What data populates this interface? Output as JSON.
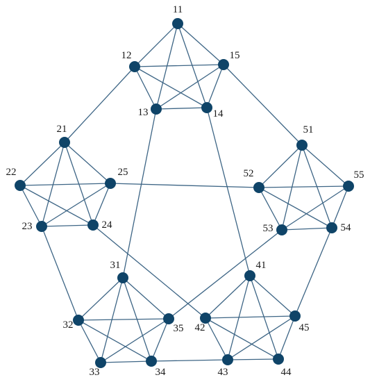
{
  "graph": {
    "colors": {
      "node": "#0f4468",
      "edge": "#3d6585",
      "label": "#1a1a1a",
      "background": "#ffffff"
    },
    "nodes": [
      {
        "id": "11",
        "label": "11"
      },
      {
        "id": "12",
        "label": "12"
      },
      {
        "id": "13",
        "label": "13"
      },
      {
        "id": "14",
        "label": "14"
      },
      {
        "id": "15",
        "label": "15"
      },
      {
        "id": "21",
        "label": "21"
      },
      {
        "id": "22",
        "label": "22"
      },
      {
        "id": "23",
        "label": "23"
      },
      {
        "id": "24",
        "label": "24"
      },
      {
        "id": "25",
        "label": "25"
      },
      {
        "id": "31",
        "label": "31"
      },
      {
        "id": "32",
        "label": "32"
      },
      {
        "id": "33",
        "label": "33"
      },
      {
        "id": "34",
        "label": "34"
      },
      {
        "id": "35",
        "label": "35"
      },
      {
        "id": "41",
        "label": "41"
      },
      {
        "id": "42",
        "label": "42"
      },
      {
        "id": "43",
        "label": "43"
      },
      {
        "id": "44",
        "label": "44"
      },
      {
        "id": "45",
        "label": "45"
      },
      {
        "id": "51",
        "label": "51"
      },
      {
        "id": "52",
        "label": "52"
      },
      {
        "id": "53",
        "label": "53"
      },
      {
        "id": "54",
        "label": "54"
      },
      {
        "id": "55",
        "label": "55"
      }
    ],
    "edges": [
      [
        "11",
        "12"
      ],
      [
        "11",
        "13"
      ],
      [
        "11",
        "14"
      ],
      [
        "11",
        "15"
      ],
      [
        "12",
        "13"
      ],
      [
        "12",
        "14"
      ],
      [
        "12",
        "15"
      ],
      [
        "13",
        "14"
      ],
      [
        "13",
        "15"
      ],
      [
        "14",
        "15"
      ],
      [
        "21",
        "22"
      ],
      [
        "21",
        "23"
      ],
      [
        "21",
        "24"
      ],
      [
        "21",
        "25"
      ],
      [
        "22",
        "23"
      ],
      [
        "22",
        "24"
      ],
      [
        "22",
        "25"
      ],
      [
        "23",
        "24"
      ],
      [
        "23",
        "25"
      ],
      [
        "24",
        "25"
      ],
      [
        "31",
        "32"
      ],
      [
        "31",
        "33"
      ],
      [
        "31",
        "34"
      ],
      [
        "31",
        "35"
      ],
      [
        "32",
        "33"
      ],
      [
        "32",
        "34"
      ],
      [
        "32",
        "35"
      ],
      [
        "33",
        "34"
      ],
      [
        "33",
        "35"
      ],
      [
        "34",
        "35"
      ],
      [
        "41",
        "42"
      ],
      [
        "41",
        "43"
      ],
      [
        "41",
        "44"
      ],
      [
        "41",
        "45"
      ],
      [
        "42",
        "43"
      ],
      [
        "42",
        "44"
      ],
      [
        "42",
        "45"
      ],
      [
        "43",
        "44"
      ],
      [
        "43",
        "45"
      ],
      [
        "44",
        "45"
      ],
      [
        "51",
        "52"
      ],
      [
        "51",
        "53"
      ],
      [
        "51",
        "54"
      ],
      [
        "51",
        "55"
      ],
      [
        "52",
        "53"
      ],
      [
        "52",
        "54"
      ],
      [
        "52",
        "55"
      ],
      [
        "53",
        "54"
      ],
      [
        "53",
        "55"
      ],
      [
        "54",
        "55"
      ],
      [
        "12",
        "21"
      ],
      [
        "15",
        "51"
      ],
      [
        "13",
        "31"
      ],
      [
        "14",
        "41"
      ],
      [
        "25",
        "52"
      ],
      [
        "23",
        "32"
      ],
      [
        "24",
        "42"
      ],
      [
        "35",
        "53"
      ],
      [
        "34",
        "43"
      ],
      [
        "45",
        "54"
      ]
    ]
  }
}
